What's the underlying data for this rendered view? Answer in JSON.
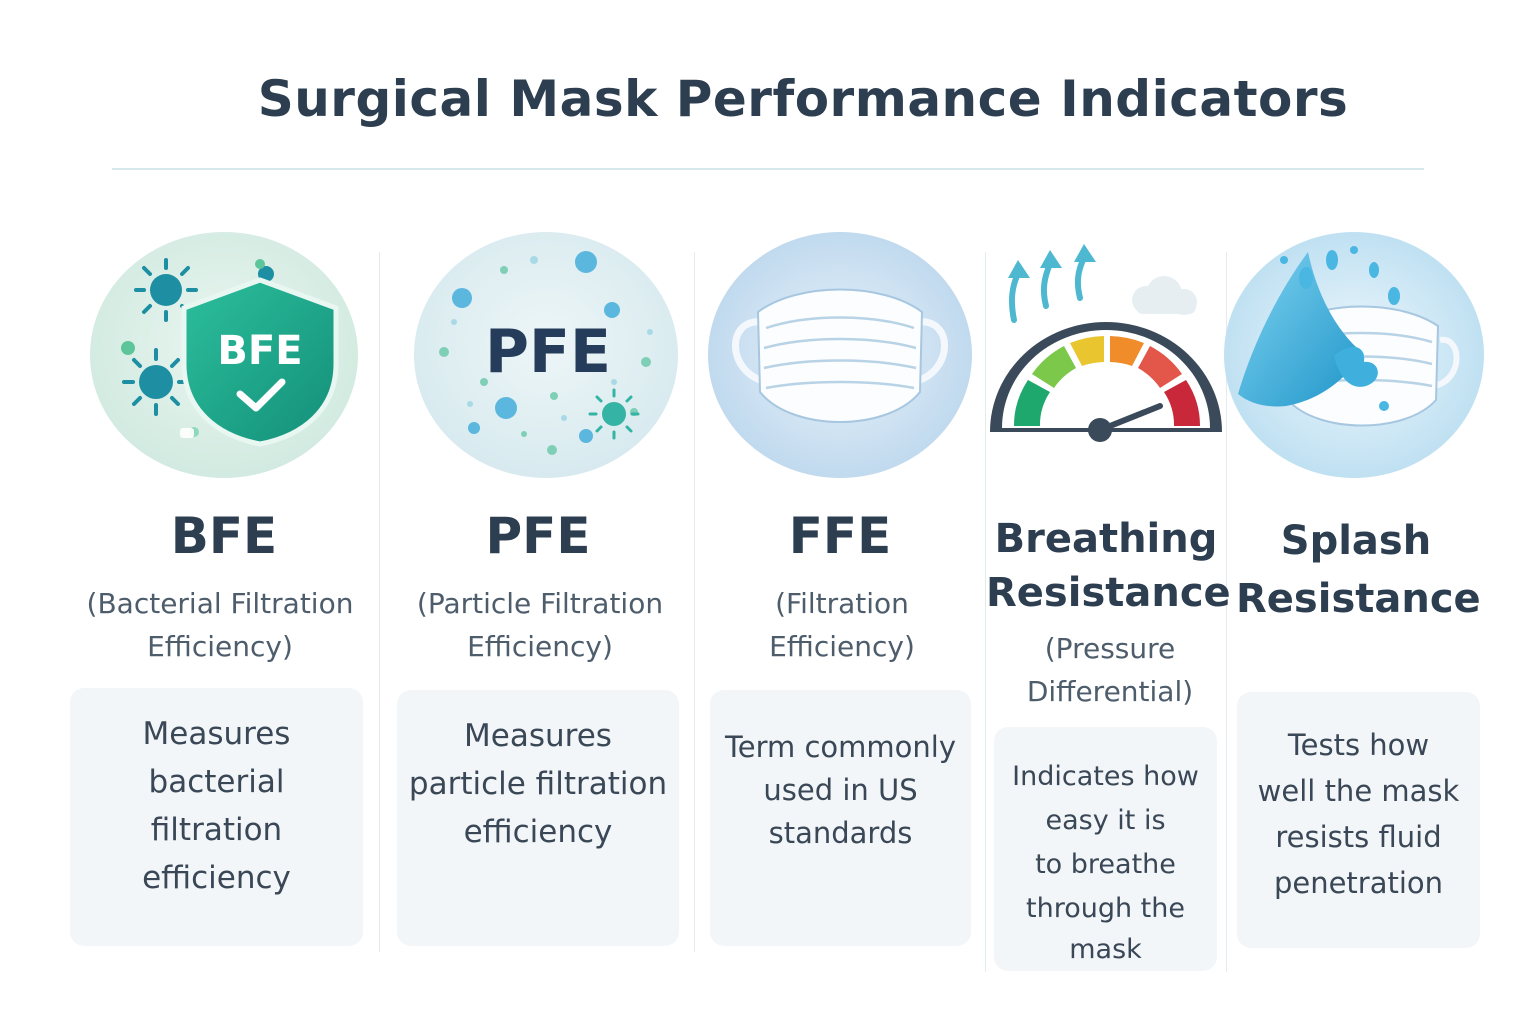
{
  "title": "Surgical Mask Performance Indicators",
  "colors": {
    "text": "#2c3e50",
    "accent_teal": "#1fa58c",
    "gauge": [
      "#1fa86e",
      "#7cc84b",
      "#e9c530",
      "#f08d2a",
      "#e2574a",
      "#c9283a"
    ],
    "card_bg": "#f3f6f8"
  },
  "indicators": [
    {
      "name": "BFE",
      "icon": "shield-check-bacteria-icon",
      "icon_text": "BFE",
      "subtitle_lines": [
        "(Bacterial Filtration",
        "Efficiency)"
      ],
      "description_lines": [
        "Measures",
        "bacterial",
        "filtration",
        "efficiency"
      ]
    },
    {
      "name": "PFE",
      "icon": "particles-icon",
      "icon_text": "PFE",
      "subtitle_lines": [
        "(Particle Filtration",
        "Efficiency)"
      ],
      "description_lines": [
        "Measures",
        "particle filtration",
        "efficiency"
      ]
    },
    {
      "name": "FFE",
      "icon": "surgical-mask-icon",
      "subtitle_lines": [
        "(Filtration",
        "Efficiency)"
      ],
      "description_lines": [
        "Term commonly",
        "used in US",
        "standards"
      ]
    },
    {
      "name_lines": [
        "Breathing",
        "Resistance"
      ],
      "icon": "pressure-gauge-icon",
      "subtitle_lines": [
        "(Pressure",
        "Differential)"
      ],
      "description_lines": [
        "Indicates how",
        "easy it is",
        "to breathe",
        "through the",
        "mask"
      ]
    },
    {
      "name_lines": [
        "Splash",
        "Resistance"
      ],
      "icon": "water-splash-mask-icon",
      "description_lines": [
        "Tests how",
        "well the mask",
        "resists fluid",
        "penetration"
      ]
    }
  ]
}
